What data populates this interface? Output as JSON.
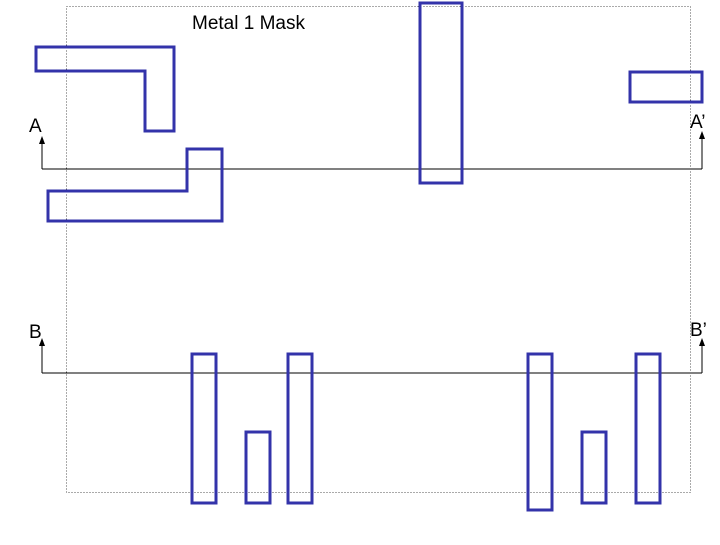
{
  "title": "Metal 1 Mask",
  "section_labels": {
    "a_left": "A",
    "a_right": "A’",
    "b_left": "B",
    "b_right": "B’"
  },
  "colors": {
    "mask_outline": "#3333aa",
    "lines": "#000000",
    "border": "#555555",
    "background": "#ffffff"
  }
}
